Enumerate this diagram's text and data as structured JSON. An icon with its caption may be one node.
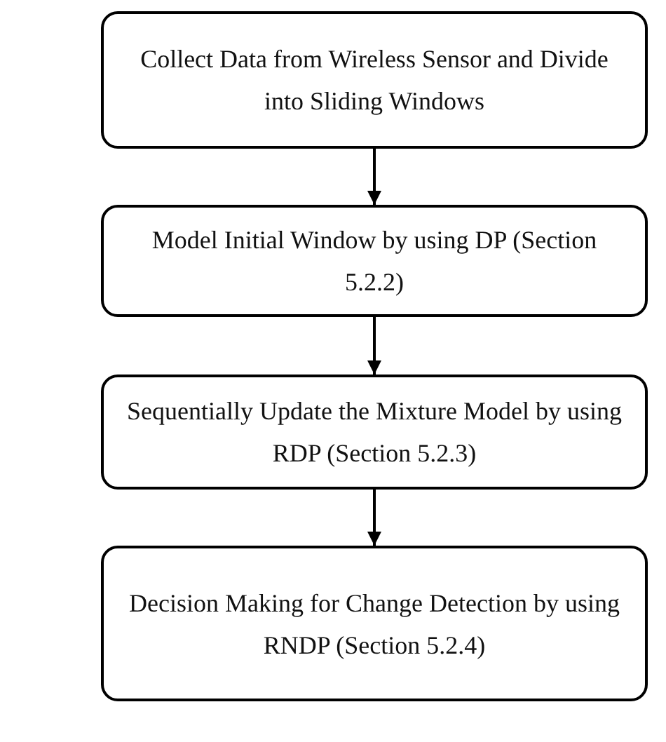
{
  "diagram": {
    "nodes": [
      {
        "text": [
          "Collect Data from Wireless Sensor and Divide into Sliding Windows"
        ]
      },
      {
        "text": [
          "Model Initial Window by using DP (Section 5.2.2)"
        ]
      },
      {
        "text": [
          "Sequentially Update the Mixture Model by using RDP (Section 5.2.3)"
        ]
      },
      {
        "text": [
          "Decision Making for Change Detection by using RNDP (Section 5.2.4)"
        ]
      }
    ],
    "edges": [
      {
        "from": 0,
        "to": 1,
        "arrow": "to"
      },
      {
        "from": 1,
        "to": 2,
        "arrow": "to"
      },
      {
        "from": 2,
        "to": 3,
        "arrow": "to"
      }
    ]
  }
}
